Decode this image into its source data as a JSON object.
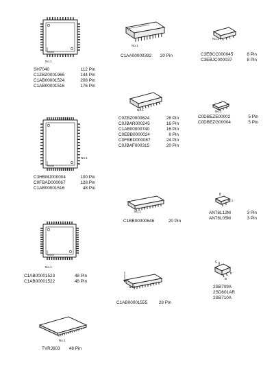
{
  "no1_label": "No.1",
  "groups": [
    {
      "id": "qfp-a",
      "rows": [
        {
          "code": "SH7040",
          "pins": "112 Pin"
        },
        {
          "code": "C1ZBZ0001965",
          "pins": "144 Pin"
        },
        {
          "code": "C1AB00001524",
          "pins": "208 Pin"
        },
        {
          "code": "C1AB00001516",
          "pins": "176 Pin"
        }
      ]
    },
    {
      "id": "zip-a",
      "rows": [
        {
          "code": "C1AA00000392",
          "pins": "20 Pin"
        }
      ]
    },
    {
      "id": "sop8",
      "rows": [
        {
          "code": "C3EBCC000045",
          "pins": "8 Pin"
        },
        {
          "code": "C3EBJC000037",
          "pins": "8 Pin"
        }
      ]
    },
    {
      "id": "sop-multi",
      "rows": [
        {
          "code": "C0ZBZ0000624",
          "pins": "28 Pin"
        },
        {
          "code": "C0JBAR000245",
          "pins": "16 Pin"
        },
        {
          "code": "C1AB00000740",
          "pins": "16 Pin"
        },
        {
          "code": "C0EBB0000024",
          "pins": "8 Pin"
        },
        {
          "code": "C0FBBD000087",
          "pins": "24 Pin"
        },
        {
          "code": "C0JBAF000315",
          "pins": "20 Pin"
        }
      ]
    },
    {
      "id": "sot5",
      "rows": [
        {
          "code": "C0DBEZE00002",
          "pins": "5 Pin"
        },
        {
          "code": "C0DBEZG00004",
          "pins": "5 Pin"
        }
      ]
    },
    {
      "id": "qfp-b",
      "rows": [
        {
          "code": "C3HBMJ000004",
          "pins": "100 Pin"
        },
        {
          "code": "C0FBAD000067",
          "pins": "128 Pin"
        },
        {
          "code": "C1AB00001516",
          "pins": "48 Pin"
        }
      ]
    },
    {
      "id": "sop20",
      "rows": [
        {
          "code": "C1BB00000646",
          "pins": "20 Pin"
        }
      ]
    },
    {
      "id": "to3",
      "rows": [
        {
          "code": "AN78L12M",
          "pins": "3 Pin"
        },
        {
          "code": "AN78L05M",
          "pins": "3 Pin"
        }
      ]
    },
    {
      "id": "qfp-c",
      "rows": [
        {
          "code": "C1AB00001523",
          "pins": "48 Pin"
        },
        {
          "code": "C1AB00001522",
          "pins": "48 Pin"
        }
      ]
    },
    {
      "id": "sop28",
      "rows": [
        {
          "code": "C1AB00001555",
          "pins": "28 Pin"
        }
      ]
    },
    {
      "id": "transistor",
      "rows": [
        {
          "code": "2SB709A",
          "pins": ""
        },
        {
          "code": "2SD601AR",
          "pins": ""
        },
        {
          "code": "2SB710A",
          "pins": ""
        }
      ]
    },
    {
      "id": "tsop",
      "rows": [
        {
          "code": "TVRJ603",
          "pins": "48 Pin"
        }
      ]
    }
  ],
  "transistor_pins": [
    "C",
    "E",
    "B"
  ],
  "to3_pins": [
    "1",
    "2",
    "3"
  ]
}
